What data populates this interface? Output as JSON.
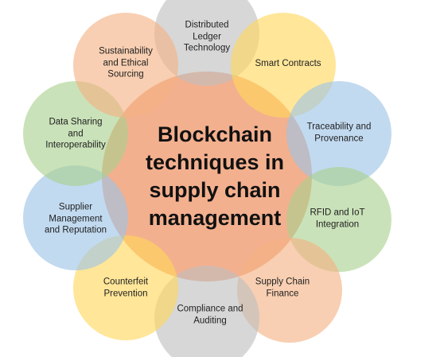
{
  "colors": {
    "center": "#f3b08e",
    "gray": "#bfbfbf",
    "yellow": "#ffd65a",
    "blue": "#9dc3e6",
    "green": "#a9d18e",
    "orange": "#f4b183"
  },
  "center_title": "Blockchain\ntechniques in\nsupply chain\nmanagement",
  "petals": [
    {
      "label": "Distributed\nLedger\nTechnology",
      "color": "gray"
    },
    {
      "label": "Smart Contracts",
      "color": "yellow"
    },
    {
      "label": "Traceability and\nProvenance",
      "color": "blue"
    },
    {
      "label": "RFID and IoT\nIntegration",
      "color": "green"
    },
    {
      "label": "Supply Chain\nFinance",
      "color": "orange"
    },
    {
      "label": "Compliance and\nAuditing",
      "color": "gray"
    },
    {
      "label": "Counterfeit\nPrevention",
      "color": "yellow"
    },
    {
      "label": "Supplier\nManagement\nand Reputation",
      "color": "blue"
    },
    {
      "label": "Data Sharing\nand\nInteroperability",
      "color": "green"
    },
    {
      "label": "Sustainability\nand Ethical\nSourcing",
      "color": "orange"
    }
  ]
}
